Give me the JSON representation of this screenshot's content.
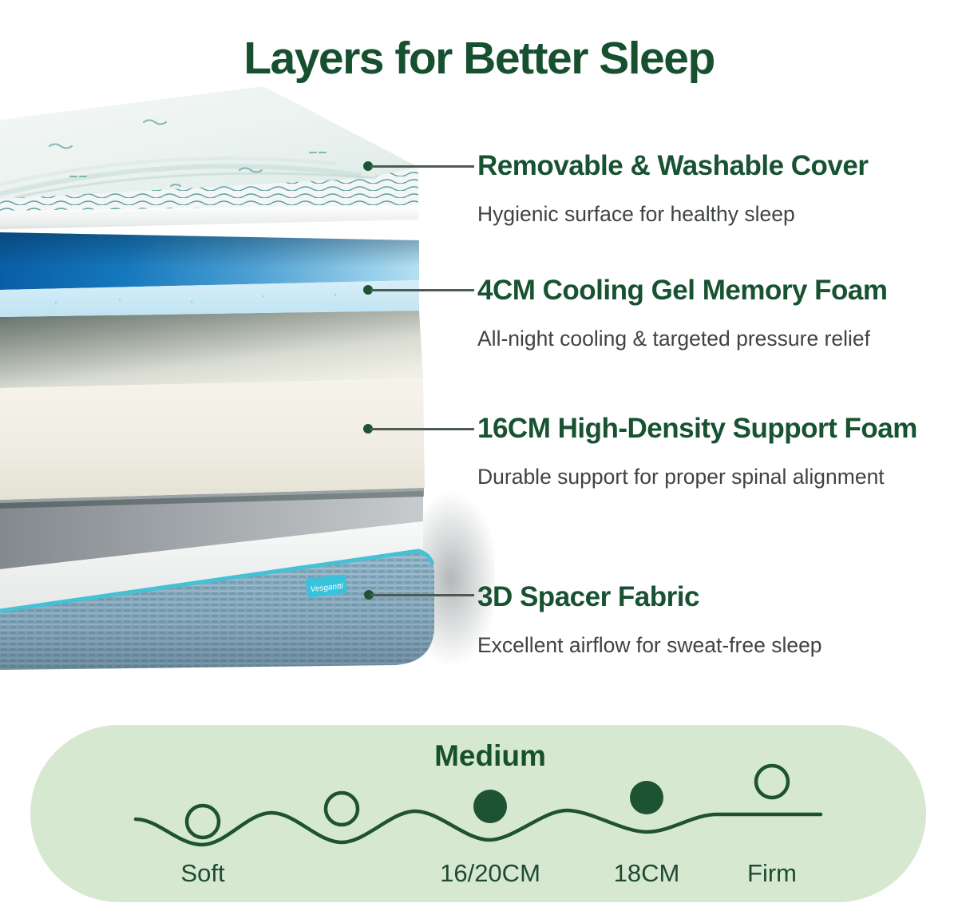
{
  "title": "Layers for Better Sleep",
  "mattress": {
    "brand_tag": "Vesgantti",
    "layer_names": [
      "quilted-knit-cover",
      "cooling-gel-foam-slab",
      "support-foam-block",
      "spacer-fabric-base"
    ]
  },
  "callouts": [
    {
      "heading": "Removable & Washable Cover",
      "description": "Hygienic surface for healthy sleep"
    },
    {
      "heading": "4CM Cooling Gel Memory Foam",
      "description": "All-night cooling & targeted pressure relief"
    },
    {
      "heading": "16CM High-Density Support Foam",
      "description": "Durable support for proper spinal alignment"
    },
    {
      "heading": "3D Spacer Fabric",
      "description": "Excellent airflow for sweat-free sleep"
    }
  ],
  "firmness_scale": {
    "selected_label": "Medium",
    "points": [
      {
        "label": "Soft",
        "filled": false
      },
      {
        "label": "",
        "filled": false
      },
      {
        "label": "16/20CM",
        "filled": true
      },
      {
        "label": "18CM",
        "filled": true
      },
      {
        "label": "Firm",
        "filled": false
      }
    ]
  },
  "colors": {
    "heading_green": "#175231",
    "subtext_gray": "#3f4346",
    "pill_background": "#d6e8d0",
    "scale_green": "#1d5233",
    "callout_line_gray": "#4e5a54",
    "gel_blue": "#1578bd",
    "fabric_blue": "#8eb2c6",
    "tag_cyan": "#38c2dc"
  }
}
